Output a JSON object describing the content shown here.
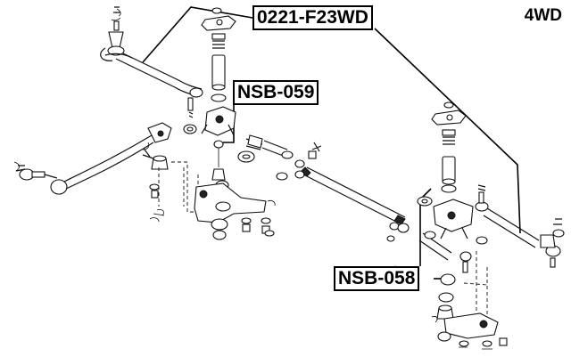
{
  "labels": {
    "part_0221": "0221-F23WD",
    "part_nsb059": "NSB-059",
    "part_nsb058": "NSB-058",
    "drive": "4WD"
  }
}
